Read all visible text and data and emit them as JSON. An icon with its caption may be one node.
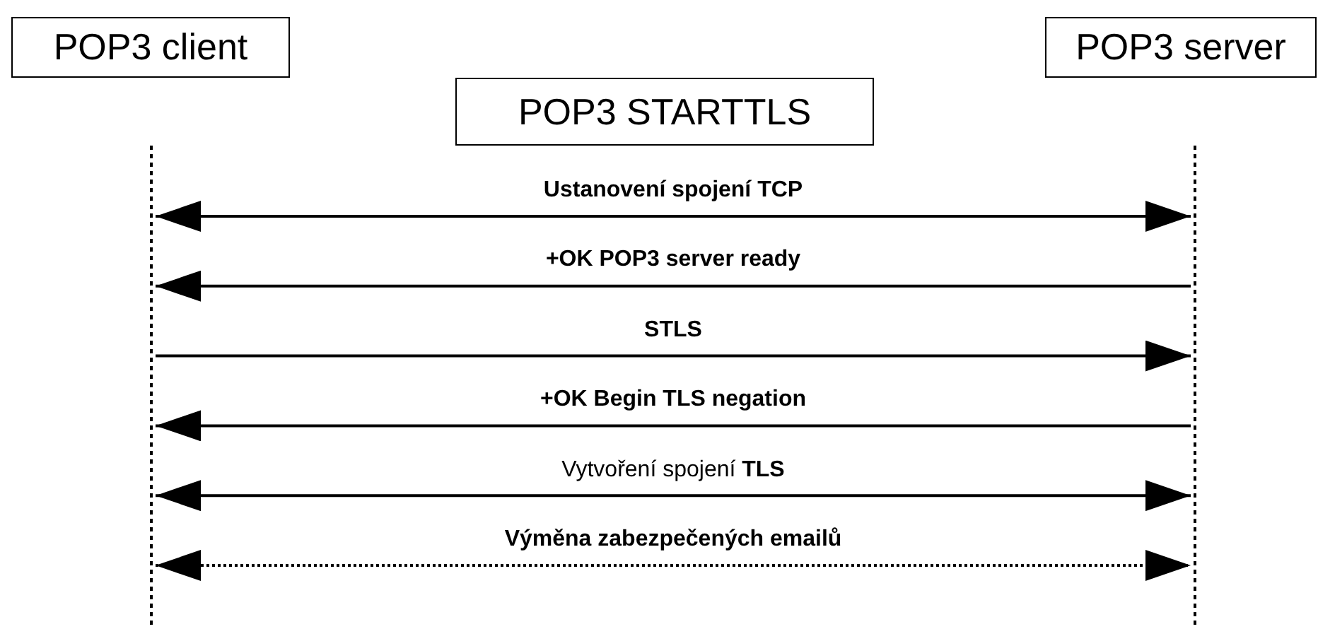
{
  "diagram": {
    "title": "POP3 STARTTLS",
    "nodes": [
      {
        "text": [
          "POP3 client"
        ]
      },
      {
        "text": [
          "POP3 server"
        ]
      },
      {
        "text": [],
        "shape": "line"
      },
      {
        "text": [],
        "shape": "line"
      }
    ],
    "edges": [
      {
        "from": 2,
        "to": 3,
        "arrow": "both",
        "label": "Ustanovení spojení TCP"
      },
      {
        "from": 3,
        "to": 2,
        "arrow": "to",
        "label": "+OK POP3 server ready"
      },
      {
        "from": 2,
        "to": 3,
        "arrow": "to",
        "label": "STLS"
      },
      {
        "from": 3,
        "to": 2,
        "arrow": "to",
        "label": "+OK Begin TLS negation"
      },
      {
        "from": 2,
        "to": 3,
        "arrow": "both",
        "label": "Vytvoření spojení **TLS**"
      },
      {
        "from": 2,
        "to": 3,
        "arrow": "both",
        "label": "Výměna zabezpečených emailů",
        "style": "dashed"
      }
    ]
  }
}
